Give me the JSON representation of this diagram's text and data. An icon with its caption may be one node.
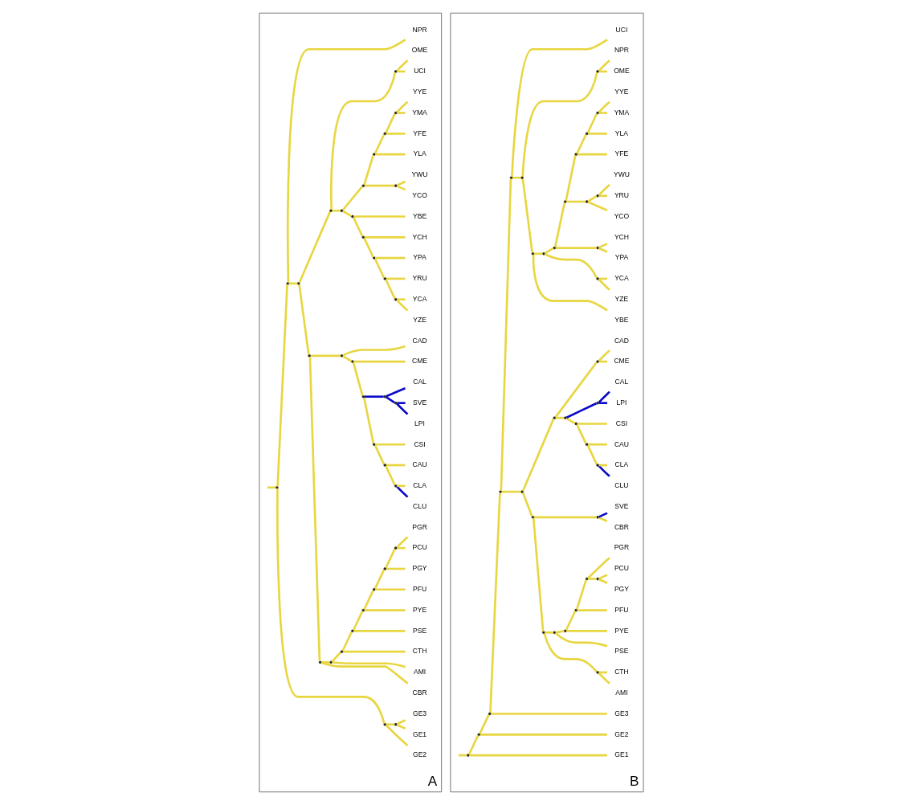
{
  "diagram": {
    "nodes": [
      {
        "text": [
          "A"
        ]
      },
      {
        "text": [
          "GE2"
        ],
        "in": 0
      },
      {
        "text": [
          "GE1"
        ],
        "in": 0
      },
      {
        "text": [
          "GE3"
        ],
        "in": 0
      },
      {
        "text": [
          "CBR"
        ],
        "in": 0
      },
      {
        "text": [
          "AMI"
        ],
        "in": 0
      },
      {
        "text": [
          "CTH"
        ],
        "in": 0
      },
      {
        "text": [
          "PSE"
        ],
        "in": 0
      },
      {
        "text": [
          "PYE"
        ],
        "in": 0
      },
      {
        "text": [
          "PFU"
        ],
        "in": 0
      },
      {
        "text": [
          "PGY"
        ],
        "in": 0
      },
      {
        "text": [
          "PCU"
        ],
        "in": 0
      },
      {
        "text": [
          "PGR"
        ],
        "in": 0
      },
      {
        "text": [
          "CLU"
        ],
        "in": 0
      },
      {
        "text": [
          "CLA"
        ],
        "in": 0
      },
      {
        "text": [
          "CAU"
        ],
        "in": 0
      },
      {
        "text": [
          "CSI"
        ],
        "in": 0
      },
      {
        "text": [
          "LPI"
        ],
        "in": 0
      },
      {
        "text": [
          "SVE"
        ],
        "in": 0
      },
      {
        "text": [
          "CAL"
        ],
        "in": 0
      },
      {
        "text": [
          "CME"
        ],
        "in": 0
      },
      {
        "text": [
          "CAD"
        ],
        "in": 0
      },
      {
        "text": [
          "YZE"
        ],
        "in": 0
      },
      {
        "text": [
          "YCA"
        ],
        "in": 0
      },
      {
        "text": [
          "YRU"
        ],
        "in": 0
      },
      {
        "text": [
          "YPA"
        ],
        "in": 0
      },
      {
        "text": [
          "YCH"
        ],
        "in": 0
      },
      {
        "text": [
          "YBE"
        ],
        "in": 0
      },
      {
        "text": [
          "YCO"
        ],
        "in": 0
      },
      {
        "text": [
          "YWU"
        ],
        "in": 0
      },
      {
        "text": [
          "YLA"
        ],
        "in": 0
      },
      {
        "text": [
          "YFE"
        ],
        "in": 0
      },
      {
        "text": [
          "YMA"
        ],
        "in": 0
      },
      {
        "text": [
          "YYE"
        ],
        "in": 0
      },
      {
        "text": [
          "UCI"
        ],
        "in": 0
      },
      {
        "text": [
          "OME"
        ],
        "in": 0
      },
      {
        "text": [
          "NPR"
        ],
        "in": 0
      },
      {
        "text": [],
        "shape": "point",
        "in": 0
      },
      {
        "text": [],
        "shape": "point",
        "in": 0
      },
      {
        "text": [],
        "shape": "point",
        "in": 0
      },
      {
        "text": [],
        "shape": "point",
        "in": 0
      },
      {
        "text": [],
        "shape": "point",
        "in": 0
      },
      {
        "text": [],
        "shape": "point",
        "in": 0
      },
      {
        "text": [],
        "shape": "point",
        "in": 0
      },
      {
        "text": [],
        "shape": "point",
        "in": 0
      },
      {
        "text": [],
        "shape": "point",
        "in": 0
      },
      {
        "text": [],
        "shape": "point",
        "in": 0
      },
      {
        "text": [],
        "shape": "point",
        "in": 0
      },
      {
        "text": [],
        "shape": "point",
        "in": 0
      },
      {
        "text": [],
        "shape": "point",
        "in": 0
      },
      {
        "text": [],
        "shape": "point",
        "in": 0
      },
      {
        "text": [],
        "shape": "point",
        "in": 0
      },
      {
        "text": [],
        "shape": "point",
        "in": 0
      },
      {
        "text": [],
        "shape": "point",
        "in": 0
      },
      {
        "text": [],
        "shape": "point",
        "in": 0
      },
      {
        "text": [],
        "shape": "point",
        "in": 0
      },
      {
        "text": [],
        "shape": "point",
        "in": 0
      },
      {
        "text": [],
        "shape": "point",
        "in": 0
      },
      {
        "text": [],
        "shape": "point",
        "in": 0
      },
      {
        "text": [],
        "shape": "point",
        "in": 0
      },
      {
        "text": [],
        "shape": "point",
        "in": 0
      },
      {
        "text": [],
        "shape": "point",
        "in": 0
      },
      {
        "text": [],
        "shape": "point",
        "in": 0
      },
      {
        "text": [],
        "shape": "point",
        "in": 0
      },
      {
        "text": [],
        "shape": "point",
        "in": 0
      },
      {
        "text": [],
        "shape": "point",
        "in": 0
      },
      {
        "text": [],
        "shape": "point",
        "in": 0
      },
      {
        "text": [],
        "shape": "point",
        "in": 0
      },
      {
        "text": [],
        "shape": "point",
        "in": 0
      },
      {
        "text": [],
        "shape": "point",
        "in": 0
      },
      {
        "text": [],
        "shape": "point",
        "in": 0
      },
      {
        "text": [],
        "shape": "point",
        "in": 0
      },
      {
        "text": [
          "B"
        ]
      },
      {
        "text": [
          "GE1"
        ],
        "in": 72
      },
      {
        "text": [
          "GE2"
        ],
        "in": 72
      },
      {
        "text": [
          "GE3"
        ],
        "in": 72
      },
      {
        "text": [
          "AMI"
        ],
        "in": 72
      },
      {
        "text": [
          "CTH"
        ],
        "in": 72
      },
      {
        "text": [
          "PSE"
        ],
        "in": 72
      },
      {
        "text": [
          "PYE"
        ],
        "in": 72
      },
      {
        "text": [
          "PFU"
        ],
        "in": 72
      },
      {
        "text": [
          "PGY"
        ],
        "in": 72
      },
      {
        "text": [
          "PCU"
        ],
        "in": 72
      },
      {
        "text": [
          "PGR"
        ],
        "in": 72
      },
      {
        "text": [
          "CBR"
        ],
        "in": 72
      },
      {
        "text": [
          "SVE"
        ],
        "in": 72
      },
      {
        "text": [
          "CLU"
        ],
        "in": 72
      },
      {
        "text": [
          "CLA"
        ],
        "in": 72
      },
      {
        "text": [
          "CAU"
        ],
        "in": 72
      },
      {
        "text": [
          "CSI"
        ],
        "in": 72
      },
      {
        "text": [
          "LPI"
        ],
        "in": 72
      },
      {
        "text": [
          "CAL"
        ],
        "in": 72
      },
      {
        "text": [
          "CME"
        ],
        "in": 72
      },
      {
        "text": [
          "CAD"
        ],
        "in": 72
      },
      {
        "text": [
          "YBE"
        ],
        "in": 72
      },
      {
        "text": [
          "YZE"
        ],
        "in": 72
      },
      {
        "text": [
          "YCA"
        ],
        "in": 72
      },
      {
        "text": [
          "YPA"
        ],
        "in": 72
      },
      {
        "text": [
          "YCH"
        ],
        "in": 72
      },
      {
        "text": [
          "YCO"
        ],
        "in": 72
      },
      {
        "text": [
          "YRU"
        ],
        "in": 72
      },
      {
        "text": [
          "YWU"
        ],
        "in": 72
      },
      {
        "text": [
          "YFE"
        ],
        "in": 72
      },
      {
        "text": [
          "YLA"
        ],
        "in": 72
      },
      {
        "text": [
          "YMA"
        ],
        "in": 72
      },
      {
        "text": [
          "YYE"
        ],
        "in": 72
      },
      {
        "text": [
          "OME"
        ],
        "in": 72
      },
      {
        "text": [
          "NPR"
        ],
        "in": 72
      },
      {
        "text": [
          "UCI"
        ],
        "in": 72
      },
      {
        "text": [],
        "shape": "point",
        "in": 72
      },
      {
        "text": [],
        "shape": "point",
        "in": 72
      },
      {
        "text": [],
        "shape": "point",
        "in": 72
      },
      {
        "text": [],
        "shape": "point",
        "in": 72
      },
      {
        "text": [],
        "shape": "point",
        "in": 72
      },
      {
        "text": [],
        "shape": "point",
        "in": 72
      },
      {
        "text": [],
        "shape": "point",
        "in": 72
      },
      {
        "text": [],
        "shape": "point",
        "in": 72
      },
      {
        "text": [],
        "shape": "point",
        "in": 72
      },
      {
        "text": [],
        "shape": "point",
        "in": 72
      },
      {
        "text": [],
        "shape": "point",
        "in": 72
      },
      {
        "text": [],
        "shape": "point",
        "in": 72
      },
      {
        "text": [],
        "shape": "point",
        "in": 72
      },
      {
        "text": [],
        "shape": "point",
        "in": 72
      },
      {
        "text": [],
        "shape": "point",
        "in": 72
      },
      {
        "text": [],
        "shape": "point",
        "in": 72
      },
      {
        "text": [],
        "shape": "point",
        "in": 72
      },
      {
        "text": [],
        "shape": "point",
        "in": 72
      },
      {
        "text": [],
        "shape": "point",
        "in": 72
      },
      {
        "text": [],
        "shape": "point",
        "in": 72
      },
      {
        "text": [],
        "shape": "point",
        "in": 72
      },
      {
        "text": [],
        "shape": "point",
        "in": 72
      },
      {
        "text": [],
        "shape": "point",
        "in": 72
      },
      {
        "text": [],
        "shape": "point",
        "in": 72
      },
      {
        "text": [],
        "shape": "point",
        "in": 72
      },
      {
        "text": [],
        "shape": "point",
        "in": 72
      },
      {
        "text": [],
        "shape": "point",
        "in": 72
      },
      {
        "text": [],
        "shape": "point",
        "in": 72
      },
      {
        "text": [],
        "shape": "point",
        "in": 72
      },
      {
        "text": [],
        "shape": "point",
        "in": 72
      },
      {
        "text": [],
        "shape": "point",
        "in": 72
      },
      {
        "text": [],
        "shape": "point",
        "in": 72
      },
      {
        "text": [],
        "shape": "point",
        "in": 72
      },
      {
        "text": [],
        "shape": "point",
        "in": 72
      },
      {
        "text": [],
        "shape": "point",
        "in": 72
      }
    ],
    "edges": [
      {
        "from": 37,
        "to": 2,
        "arrow": "none"
      },
      {
        "from": 37,
        "to": 3,
        "arrow": "none"
      },
      {
        "from": 38,
        "to": 1,
        "arrow": "none"
      },
      {
        "from": 38,
        "to": 37,
        "arrow": "none"
      },
      {
        "from": 39,
        "to": 11,
        "arrow": "none"
      },
      {
        "from": 39,
        "to": 12,
        "arrow": "none"
      },
      {
        "from": 40,
        "to": 10,
        "arrow": "none"
      },
      {
        "from": 40,
        "to": 39,
        "arrow": "none"
      },
      {
        "from": 41,
        "to": 9,
        "arrow": "none"
      },
      {
        "from": 41,
        "to": 40,
        "arrow": "none"
      },
      {
        "from": 42,
        "to": 8,
        "arrow": "none"
      },
      {
        "from": 42,
        "to": 41,
        "arrow": "none"
      },
      {
        "from": 43,
        "to": 7,
        "arrow": "none"
      },
      {
        "from": 43,
        "to": 42,
        "arrow": "none"
      },
      {
        "from": 44,
        "to": 6,
        "arrow": "none"
      },
      {
        "from": 44,
        "to": 43,
        "arrow": "none"
      },
      {
        "from": 45,
        "to": 5,
        "arrow": "none"
      },
      {
        "from": 45,
        "to": 44,
        "arrow": "none"
      },
      {
        "from": 46,
        "to": 4,
        "arrow": "none"
      },
      {
        "from": 46,
        "to": 45,
        "arrow": "none"
      },
      {
        "from": 47,
        "to": 13,
        "arrow": "none",
        "color": "#0a0ac8"
      },
      {
        "from": 47,
        "to": 14,
        "arrow": "none"
      },
      {
        "from": 48,
        "to": 47,
        "arrow": "none"
      },
      {
        "from": 48,
        "to": 15,
        "arrow": "none"
      },
      {
        "from": 49,
        "to": 48,
        "arrow": "none"
      },
      {
        "from": 49,
        "to": 16,
        "arrow": "none"
      },
      {
        "from": 50,
        "to": 17,
        "arrow": "none",
        "color": "#0a0ac8"
      },
      {
        "from": 50,
        "to": 18,
        "arrow": "none",
        "color": "#0a0ac8"
      },
      {
        "from": 51,
        "to": 50,
        "arrow": "none",
        "color": "#0a0ac8"
      },
      {
        "from": 51,
        "to": 19,
        "arrow": "none",
        "color": "#0a0ac8"
      },
      {
        "from": 52,
        "to": 49,
        "arrow": "none"
      },
      {
        "from": 52,
        "to": 51,
        "arrow": "none",
        "color": "#0a0ac8"
      },
      {
        "from": 53,
        "to": 52,
        "arrow": "none"
      },
      {
        "from": 53,
        "to": 20,
        "arrow": "none"
      },
      {
        "from": 54,
        "to": 53,
        "arrow": "none"
      },
      {
        "from": 54,
        "to": 21,
        "arrow": "none"
      },
      {
        "from": 55,
        "to": 46,
        "arrow": "none"
      },
      {
        "from": 55,
        "to": 54,
        "arrow": "none"
      },
      {
        "from": 56,
        "to": 22,
        "arrow": "none"
      },
      {
        "from": 56,
        "to": 23,
        "arrow": "none"
      },
      {
        "from": 57,
        "to": 56,
        "arrow": "none"
      },
      {
        "from": 57,
        "to": 24,
        "arrow": "none"
      },
      {
        "from": 58,
        "to": 57,
        "arrow": "none"
      },
      {
        "from": 58,
        "to": 25,
        "arrow": "none"
      },
      {
        "from": 59,
        "to": 58,
        "arrow": "none"
      },
      {
        "from": 59,
        "to": 26,
        "arrow": "none"
      },
      {
        "from": 60,
        "to": 59,
        "arrow": "none"
      },
      {
        "from": 60,
        "to": 27,
        "arrow": "none"
      },
      {
        "from": 61,
        "to": 28,
        "arrow": "none"
      },
      {
        "from": 61,
        "to": 29,
        "arrow": "none"
      },
      {
        "from": 62,
        "to": 32,
        "arrow": "none"
      },
      {
        "from": 62,
        "to": 33,
        "arrow": "none"
      },
      {
        "from": 63,
        "to": 31,
        "arrow": "none"
      },
      {
        "from": 63,
        "to": 62,
        "arrow": "none"
      },
      {
        "from": 64,
        "to": 30,
        "arrow": "none"
      },
      {
        "from": 64,
        "to": 63,
        "arrow": "none"
      },
      {
        "from": 65,
        "to": 61,
        "arrow": "none"
      },
      {
        "from": 65,
        "to": 64,
        "arrow": "none"
      },
      {
        "from": 66,
        "to": 60,
        "arrow": "none"
      },
      {
        "from": 66,
        "to": 65,
        "arrow": "none"
      },
      {
        "from": 67,
        "to": 34,
        "arrow": "none"
      },
      {
        "from": 67,
        "to": 35,
        "arrow": "none"
      },
      {
        "from": 68,
        "to": 66,
        "arrow": "none"
      },
      {
        "from": 68,
        "to": 67,
        "arrow": "none"
      },
      {
        "from": 69,
        "to": 55,
        "arrow": "none"
      },
      {
        "from": 69,
        "to": 68,
        "arrow": "none"
      },
      {
        "from": 70,
        "to": 69,
        "arrow": "none"
      },
      {
        "from": 70,
        "to": 36,
        "arrow": "none"
      },
      {
        "from": 71,
        "to": 38,
        "arrow": "none"
      },
      {
        "from": 71,
        "to": 70,
        "arrow": "none"
      },
      {
        "from": null,
        "to": 71,
        "arrow": "none"
      },
      {
        "from": 109,
        "to": 76,
        "arrow": "none"
      },
      {
        "from": 109,
        "to": 77,
        "arrow": "none"
      },
      {
        "from": 110,
        "to": 81,
        "arrow": "none"
      },
      {
        "from": 110,
        "to": 82,
        "arrow": "none"
      },
      {
        "from": 111,
        "to": 110,
        "arrow": "none"
      },
      {
        "from": 111,
        "to": 83,
        "arrow": "none"
      },
      {
        "from": 112,
        "to": 80,
        "arrow": "none"
      },
      {
        "from": 112,
        "to": 111,
        "arrow": "none"
      },
      {
        "from": 113,
        "to": 79,
        "arrow": "none"
      },
      {
        "from": 113,
        "to": 112,
        "arrow": "none"
      },
      {
        "from": 114,
        "to": 78,
        "arrow": "none"
      },
      {
        "from": 114,
        "to": 113,
        "arrow": "none"
      },
      {
        "from": 115,
        "to": 109,
        "arrow": "none"
      },
      {
        "from": 115,
        "to": 114,
        "arrow": "none"
      },
      {
        "from": 116,
        "to": 84,
        "arrow": "none"
      },
      {
        "from": 116,
        "to": 85,
        "arrow": "none",
        "color": "#0a0ac8"
      },
      {
        "from": 117,
        "to": 115,
        "arrow": "none"
      },
      {
        "from": 117,
        "to": 116,
        "arrow": "none"
      },
      {
        "from": 118,
        "to": 86,
        "arrow": "none",
        "color": "#0a0ac8"
      },
      {
        "from": 118,
        "to": 87,
        "arrow": "none"
      },
      {
        "from": 119,
        "to": 118,
        "arrow": "none"
      },
      {
        "from": 119,
        "to": 88,
        "arrow": "none"
      },
      {
        "from": 120,
        "to": 119,
        "arrow": "none"
      },
      {
        "from": 120,
        "to": 89,
        "arrow": "none"
      },
      {
        "from": 121,
        "to": 90,
        "arrow": "none",
        "color": "#0a0ac8"
      },
      {
        "from": 121,
        "to": 91,
        "arrow": "none",
        "color": "#0a0ac8"
      },
      {
        "from": 122,
        "to": 120,
        "arrow": "none"
      },
      {
        "from": 122,
        "to": 121,
        "arrow": "none",
        "color": "#0a0ac8"
      },
      {
        "from": 123,
        "to": 92,
        "arrow": "none"
      },
      {
        "from": 123,
        "to": 93,
        "arrow": "none"
      },
      {
        "from": 124,
        "to": 122,
        "arrow": "none"
      },
      {
        "from": 124,
        "to": 123,
        "arrow": "none"
      },
      {
        "from": 125,
        "to": 117,
        "arrow": "none"
      },
      {
        "from": 125,
        "to": 124,
        "arrow": "none"
      },
      {
        "from": 126,
        "to": 95,
        "arrow": "none"
      },
      {
        "from": 126,
        "to": 96,
        "arrow": "none"
      },
      {
        "from": 127,
        "to": 97,
        "arrow": "none"
      },
      {
        "from": 127,
        "to": 98,
        "arrow": "none"
      },
      {
        "from": 128,
        "to": 100,
        "arrow": "none"
      },
      {
        "from": 128,
        "to": 101,
        "arrow": "none"
      },
      {
        "from": 129,
        "to": 99,
        "arrow": "none"
      },
      {
        "from": 129,
        "to": 128,
        "arrow": "none"
      },
      {
        "from": 130,
        "to": 104,
        "arrow": "none"
      },
      {
        "from": 130,
        "to": 105,
        "arrow": "none"
      },
      {
        "from": 131,
        "to": 103,
        "arrow": "none"
      },
      {
        "from": 131,
        "to": 130,
        "arrow": "none"
      },
      {
        "from": 132,
        "to": 102,
        "arrow": "none"
      },
      {
        "from": 132,
        "to": 131,
        "arrow": "none"
      },
      {
        "from": 133,
        "to": 129,
        "arrow": "none"
      },
      {
        "from": 133,
        "to": 132,
        "arrow": "none"
      },
      {
        "from": 134,
        "to": 127,
        "arrow": "none"
      },
      {
        "from": 134,
        "to": 133,
        "arrow": "none"
      },
      {
        "from": 135,
        "to": 126,
        "arrow": "none"
      },
      {
        "from": 135,
        "to": 134,
        "arrow": "none"
      },
      {
        "from": 136,
        "to": 94,
        "arrow": "none"
      },
      {
        "from": 136,
        "to": 135,
        "arrow": "none"
      },
      {
        "from": 137,
        "to": 106,
        "arrow": "none"
      },
      {
        "from": 137,
        "to": 107,
        "arrow": "none"
      },
      {
        "from": 138,
        "to": 136,
        "arrow": "none"
      },
      {
        "from": 138,
        "to": 137,
        "arrow": "none"
      },
      {
        "from": 139,
        "to": 138,
        "arrow": "none"
      },
      {
        "from": 139,
        "to": 108,
        "arrow": "none"
      },
      {
        "from": 140,
        "to": 125,
        "arrow": "none"
      },
      {
        "from": 140,
        "to": 139,
        "arrow": "none"
      },
      {
        "from": 141,
        "to": 75,
        "arrow": "none"
      },
      {
        "from": 141,
        "to": 140,
        "arrow": "none"
      },
      {
        "from": 142,
        "to": 74,
        "arrow": "none"
      },
      {
        "from": 142,
        "to": 141,
        "arrow": "none"
      },
      {
        "from": 143,
        "to": 73,
        "arrow": "none"
      },
      {
        "from": 143,
        "to": 142,
        "arrow": "none"
      },
      {
        "from": null,
        "to": 143,
        "arrow": "none"
      }
    ]
  }
}
